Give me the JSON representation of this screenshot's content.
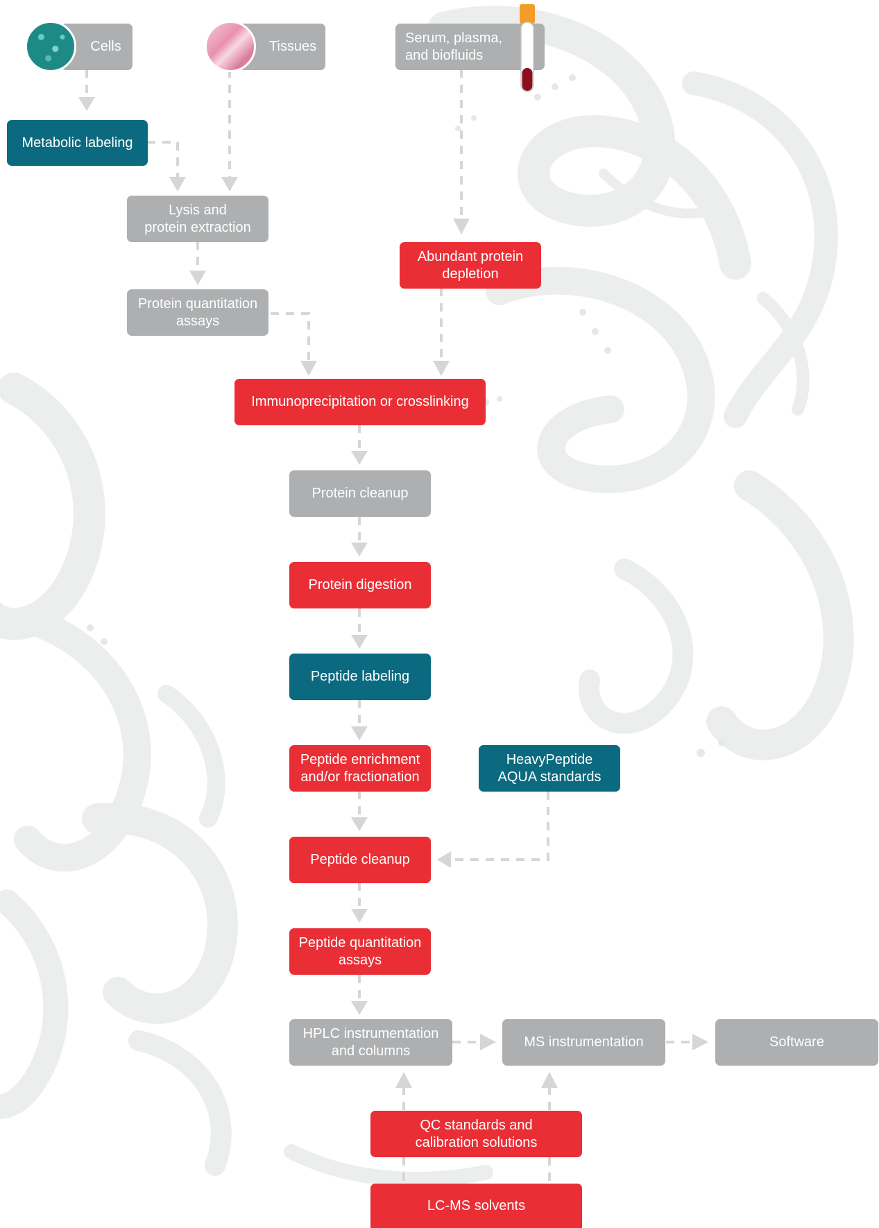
{
  "colors": {
    "gray": "#adafb1",
    "red": "#ea2e35",
    "teal": "#0b6a7f",
    "arrow": "#d5d6d7",
    "background_texture": "#eceded"
  },
  "icons": {
    "cells": "cells-micrograph-icon",
    "tissues": "tissue-micrograph-icon",
    "serum": "blood-tube-icon"
  },
  "nodes": {
    "cells": {
      "label": "Cells"
    },
    "tissues": {
      "label": "Tissues"
    },
    "serum": {
      "line1": "Serum, plasma,",
      "line2": "and biofluids"
    },
    "metabolic_labeling": {
      "label": "Metabolic labeling"
    },
    "lysis": {
      "line1": "Lysis and",
      "line2": "protein extraction"
    },
    "abundant_protein_depletion": {
      "line1": "Abundant protein",
      "line2": "depletion"
    },
    "protein_quantitation_assays": {
      "line1": "Protein quantitation",
      "line2": "assays"
    },
    "immunoprecipitation": {
      "label": "Immunoprecipitation or crosslinking"
    },
    "protein_cleanup": {
      "label": "Protein cleanup"
    },
    "protein_digestion": {
      "label": "Protein digestion"
    },
    "peptide_labeling": {
      "label": "Peptide labeling"
    },
    "peptide_enrichment": {
      "line1": "Peptide enrichment",
      "line2": "and/or fractionation"
    },
    "heavypeptide": {
      "line1": "HeavyPeptide",
      "line2": "AQUA standards"
    },
    "peptide_cleanup": {
      "label": "Peptide cleanup"
    },
    "peptide_quantitation_assays": {
      "line1": "Peptide quantitation",
      "line2": "assays"
    },
    "hplc": {
      "line1": "HPLC instrumentation",
      "line2": "and columns"
    },
    "ms_instrumentation": {
      "label": "MS instrumentation"
    },
    "software": {
      "label": "Software"
    },
    "qc_standards": {
      "line1": "QC standards and",
      "line2": "calibration solutions"
    },
    "lcms_solvents": {
      "label": "LC-MS solvents"
    }
  }
}
